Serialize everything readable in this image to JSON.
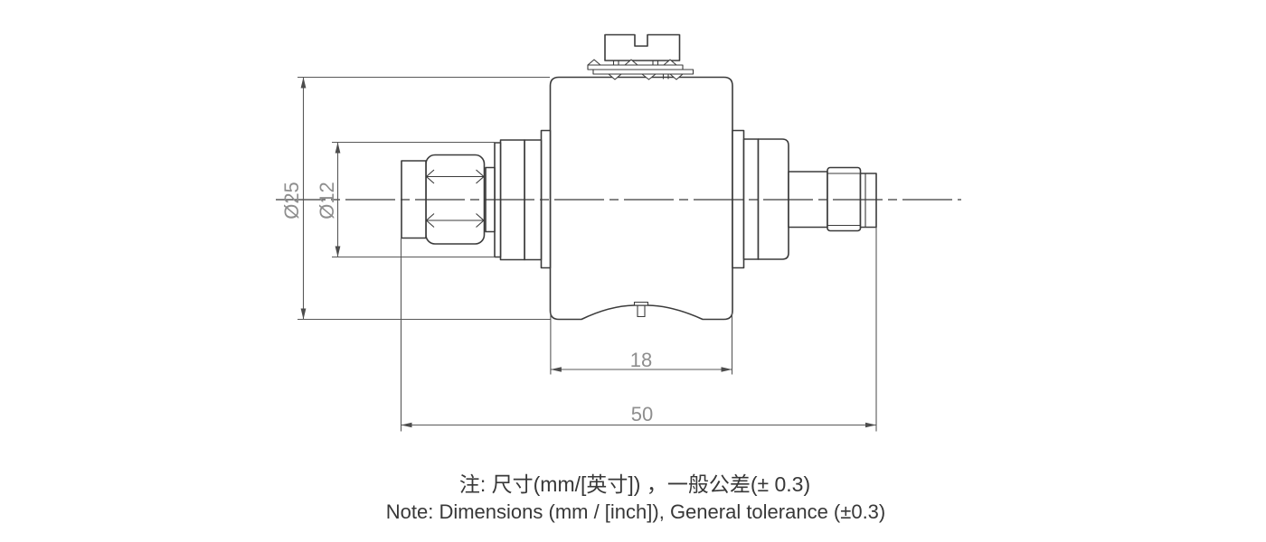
{
  "drawing": {
    "dimensions": {
      "outer_diameter": "Ø25",
      "knurl_diameter": "Ø12",
      "body_width": "18",
      "overall_length": "50"
    },
    "notes": {
      "chinese": "注: 尺寸(mm/[英寸]) ，一般公差(± 0.3)",
      "english": "Note: Dimensions (mm / [inch]), General tolerance (±0.3)"
    },
    "colors": {
      "background": "#ffffff",
      "part_line": "#3b3b3b",
      "dimension_line": "#585858",
      "dimension_text": "#8e8e8e",
      "note_text": "#383838"
    }
  }
}
